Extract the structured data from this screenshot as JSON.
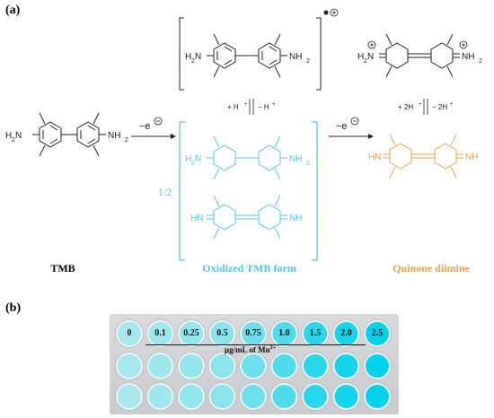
{
  "panel_a": {
    "label": "(a)",
    "labels": {
      "tmb": "TMB",
      "oxidized": "Oxidized TMB form",
      "quinone": "Quinone diimine",
      "half": "1/2"
    },
    "arrows": {
      "step1": "−e",
      "step2": "−e",
      "left_eq": "+ H",
      "left_eq2": "− H",
      "right_eq": "+ 2H",
      "right_eq2": "− 2H"
    },
    "groups": {
      "nh2": "NH",
      "h2n": "H",
      "hn": "HN",
      "nh": "NH",
      "h2n_plus": "H",
      "nh2_plus": "NH"
    },
    "colors": {
      "black": "#222222",
      "blue": "#4fc6ee",
      "orange": "#f0a04a"
    }
  },
  "panel_b": {
    "label": "(b)",
    "concentrations": [
      "0",
      "0.1",
      "0.25",
      "0.5",
      "0.75",
      "1.0",
      "1.5",
      "2.0",
      "2.5"
    ],
    "unit_label": "μg/mL of Mn",
    "unit_sup": "2+"
  }
}
